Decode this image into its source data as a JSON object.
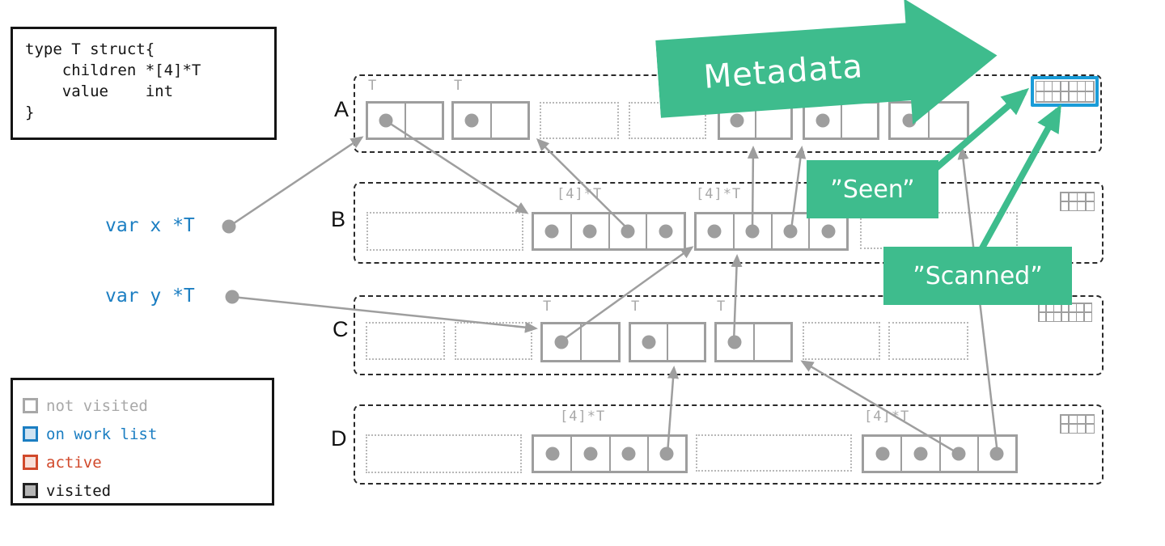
{
  "code_block": {
    "lines": [
      "type T struct{",
      "    children *[4]*T",
      "    value    int",
      "}"
    ]
  },
  "legend": {
    "items": [
      {
        "label": "not visited",
        "state": "not-visited",
        "color": "#a8a8a8",
        "fill": "#ffffff"
      },
      {
        "label": "on work list",
        "state": "on-work-list",
        "color": "#1b7ec2",
        "fill": "#cfe3f2"
      },
      {
        "label": "active",
        "state": "active",
        "color": "#d1492b",
        "fill": "#f8ded7"
      },
      {
        "label": "visited",
        "state": "visited",
        "color": "#141414",
        "fill": "#b5b5b5"
      }
    ]
  },
  "variables": [
    {
      "label": "var x *T"
    },
    {
      "label": "var y *T"
    }
  ],
  "rows": {
    "a": {
      "label": "A"
    },
    "b": {
      "label": "B"
    },
    "c": {
      "label": "C"
    },
    "d": {
      "label": "D"
    }
  },
  "type_labels": {
    "t": "T",
    "ptr_array": "[4]*T"
  },
  "annotations": {
    "metadata": "Metadata",
    "seen": "”Seen”",
    "scanned": "”Scanned”"
  },
  "colors": {
    "annotation_green": "#3ebc8d",
    "work_list_blue": "#1a9cd8",
    "variable_text_blue": "#1b7ec2",
    "active_red": "#d1492b",
    "object_gray": "#9e9e9e",
    "ink_black": "#141414"
  }
}
